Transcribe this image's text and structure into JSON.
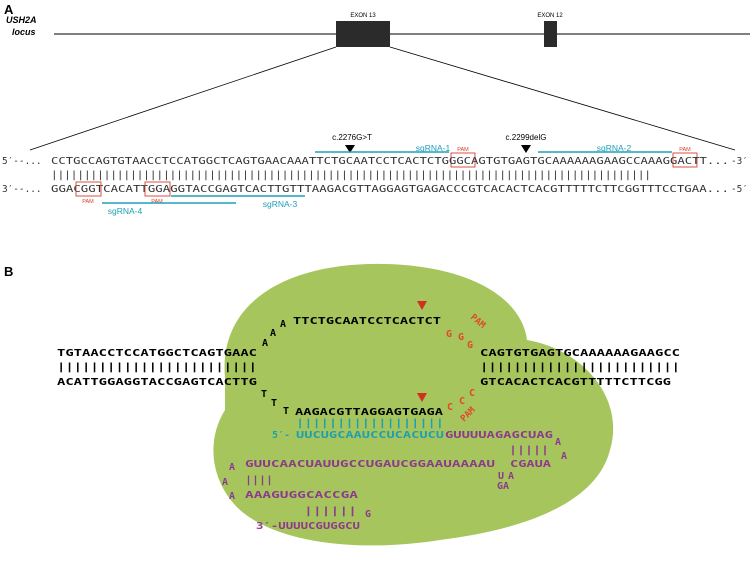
{
  "panel_a": {
    "letter": "A",
    "locus_line1": "USH2A",
    "locus_line2": "locus",
    "exon13_label": "EXON 13",
    "exon12_label": "EXON 12",
    "mut1_label": "c.2276G>T",
    "mut2_label": "c.2299delG",
    "top_prefix": "5′--...",
    "top_seq": "CCTGCCAGTGTAACCTCCATGGCTCAGTGAACAAATTCTGCAATCCTCACTCTGGGCAGTGTGAGTGCAAAAAAGAAGCCAAAGGACTT...",
    "top_suffix": "-3′",
    "bars_seq": "|||||||||||||||||||||||||||||||||||||||||||||||||||||||||||||||||||||||||||||||||||||||||||",
    "bot_prefix": "3′--...",
    "bot_seq": "GGACGGTCACATTGGAGGTACCGAGTCACTTGTTTAAGACGTTAGGAGTGAGACCCGTCACACTCACGTTTTTCTTCGGTTTCCTGAA...",
    "bot_suffix": "-5′",
    "sgRNA_1": "sgRNA-1",
    "sgRNA_2": "sgRNA-2",
    "sgRNA_3": "sgRNA-3",
    "sgRNA_4": "sgRNA-4",
    "pam": "PAM"
  },
  "panel_b": {
    "letter": "B",
    "left_top": "TGTAACCTCCATGGCTCAGTGAAC",
    "left_bot": "ACATTGGAGGTACCGAGTCACTTG",
    "left_bars": "||||||||||||||||||||||||",
    "right_top": "CAGTGTGAGTGCAAAAAAGAAGCC",
    "right_bot": "GTCACACTCACGTTTTTCTTCGG",
    "right_bars": "||||||||||||||||||||||||",
    "bubble_top_arc": [
      "A",
      "A",
      "A"
    ],
    "bubble_top_seq": "TTCTGCAATCCTCACTCT",
    "bubble_bot_arc": [
      "T",
      "T",
      "T"
    ],
    "bubble_bot_seq": "AAGACGTTAGGAGTGAGA",
    "pam_top_letters": [
      "G",
      "G",
      "G"
    ],
    "pam_bot_letters": [
      "C",
      "C",
      "C"
    ],
    "pam": "PAM",
    "guide_prefix": "5′-",
    "guide_spacer": "UUCUGCAAUCCUCACUCU",
    "guide_cont": "GUUUUAGAGCUAG",
    "guide_bars": "||||||||||||||||||",
    "hairpin1_bars": "|||||",
    "hairpin1_right": "CGAUA",
    "loop1_letters": [
      "A",
      "A"
    ],
    "stem1_bottom": [
      "U",
      "A",
      "GA"
    ],
    "row_mid": "GUUCAACUAUUGCCUGAUCGGAAUAAAAU",
    "loop2_letters": [
      "A",
      "A",
      "A"
    ],
    "hairpin2_bars": "||||",
    "row_mid2": "AAAGUGGCACCGA",
    "hairpin3_bars": "||||||",
    "hairpin3_loop": "G",
    "tail": "3′-UUUUCGUGGCU"
  },
  "colors": {
    "exon": "#2b2b2b",
    "sgRNA_line": "#1fa0b8",
    "pam_box": "#d94030",
    "cloud": "#a6c65d",
    "purple": "#8e3a8c",
    "teal": "#1f9fb0",
    "red": "#e0492b",
    "triangle": "#d0301e"
  }
}
